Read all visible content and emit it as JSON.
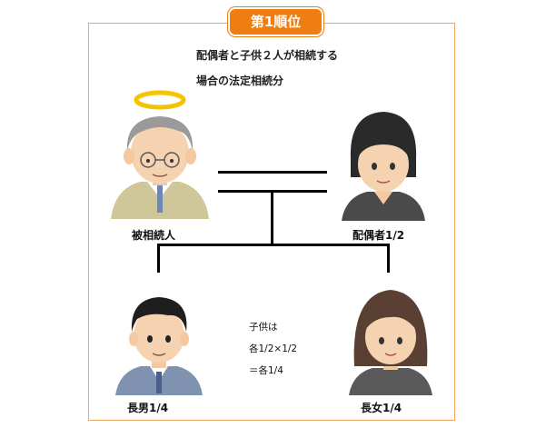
{
  "badge": "第1順位",
  "title": {
    "line1": "配偶者と子供２人が相続する",
    "line2": "場合の法定相続分"
  },
  "people": {
    "deceased": "被相続人",
    "spouse": "配偶者1/2",
    "son": "長男1/4",
    "daughter": "長女1/4"
  },
  "note": {
    "line1": "子供は",
    "line2": "各1/2×1/2",
    "line3": "＝各1/4"
  },
  "colors": {
    "accent": "#f07d10",
    "frame": "#f0a860",
    "halo": "#f5c400"
  }
}
